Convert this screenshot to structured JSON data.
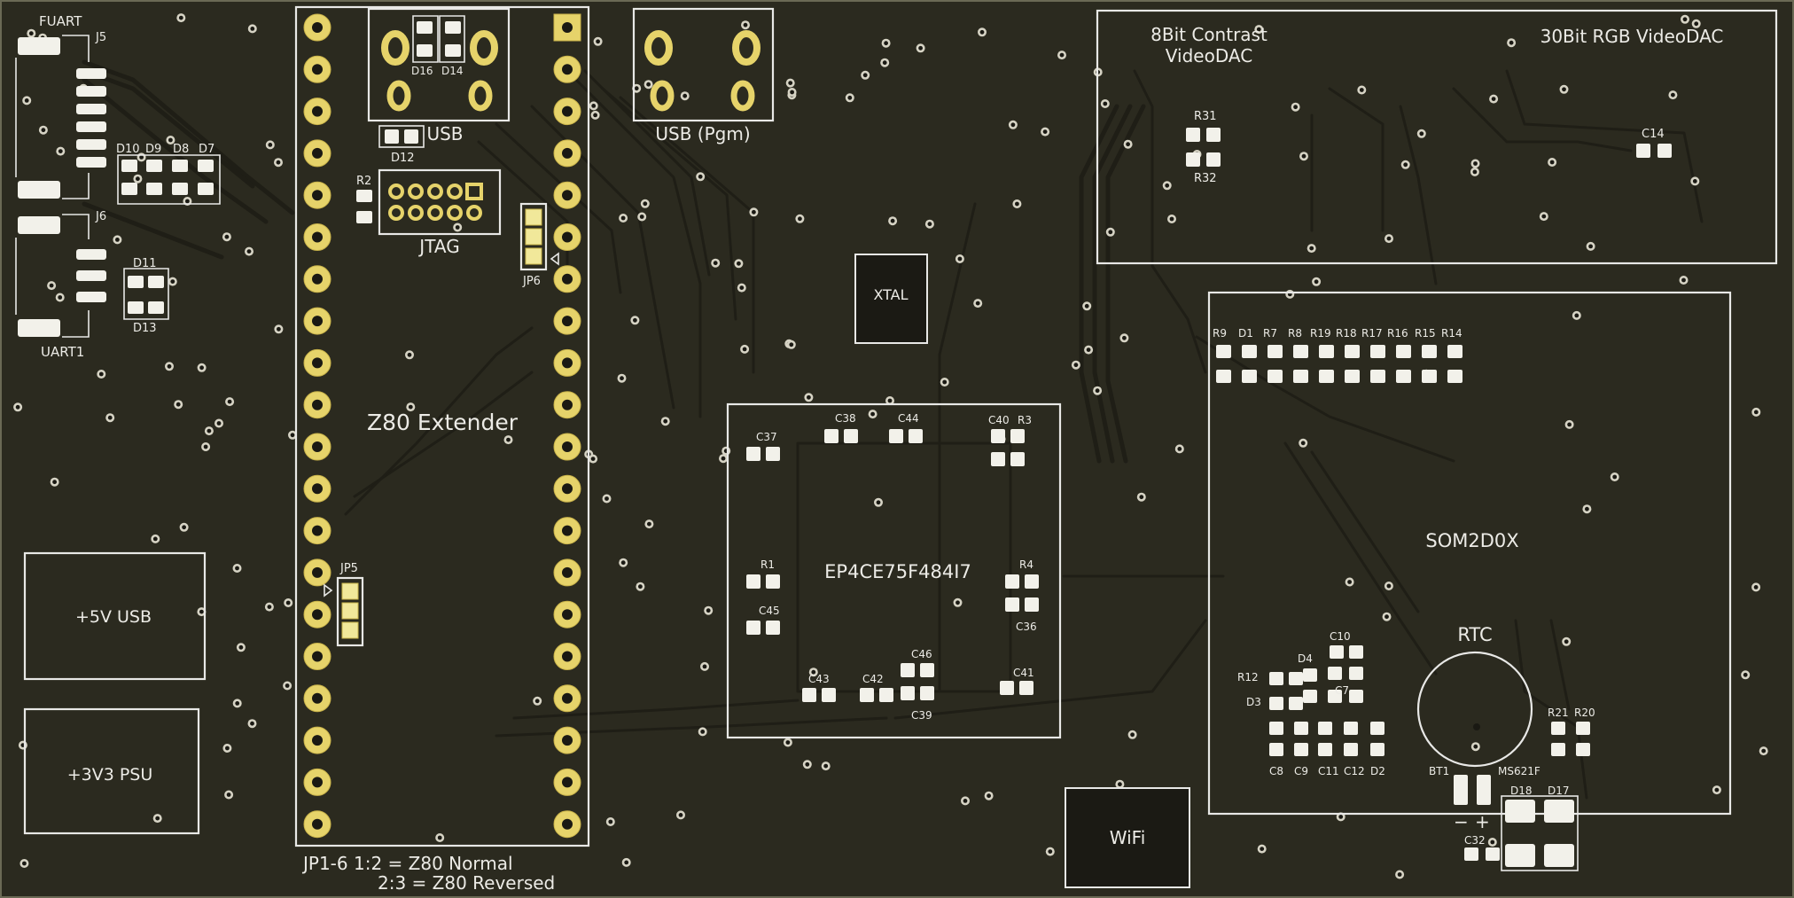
{
  "board": {
    "width_mm_note": "",
    "colors": {
      "board": "#2b2a1f",
      "trace": "#1f1e16",
      "silk": "#e8e8e6",
      "pad": "#f2f1ea",
      "th_pad": "#e6d36a",
      "jumper_pad": "#f1e89a"
    }
  },
  "labels": {
    "fuart": "FUART",
    "j5": "J5",
    "j6": "J6",
    "uart1": "UART1",
    "d10": "D10",
    "d9": "D9",
    "d8": "D8",
    "d7": "D7",
    "d11": "D11",
    "d13": "D13",
    "usb5v": "+5V USB",
    "psu3v3": "+3V3 PSU",
    "d16": "D16",
    "d14": "D14",
    "usb": "USB",
    "d12": "D12",
    "r2": "R2",
    "jtag": "JTAG",
    "jp6": "JP6",
    "jp5": "JP5",
    "z80_extender": "Z80 Extender",
    "jp_note_1": "JP1-6 1:2 = Z80 Normal",
    "jp_note_2": "2:3 = Z80 Reversed",
    "usb_pgm": "USB (Pgm)",
    "xtal": "XTAL",
    "fpga": "EP4CE75F484I7",
    "c37": "C37",
    "c38": "C38",
    "c44": "C44",
    "c40": "C40",
    "r3": "R3",
    "r1": "R1",
    "c45": "C45",
    "r4": "R4",
    "c36": "C36",
    "c46": "C46",
    "c43": "C43",
    "c42": "C42",
    "c39": "C39",
    "c41": "C41",
    "wifi": "WiFi",
    "dac8_1": "8Bit Contrast",
    "dac8_2": "VideoDAC",
    "dac30": "30Bit RGB VideoDAC",
    "r31": "R31",
    "r32": "R32",
    "c14": "C14",
    "som": "SOM2D0X",
    "r9": "R9",
    "d1": "D1",
    "r7": "R7",
    "r8": "R8",
    "r19": "R19",
    "r18": "R18",
    "r17": "R17",
    "r16": "R16",
    "r15": "R15",
    "r14": "R14",
    "rtc": "RTC",
    "c10": "C10",
    "d4": "D4",
    "r12": "R12",
    "d3": "D3",
    "c7": "C7",
    "c8": "C8",
    "c9": "C9",
    "c11": "C11",
    "c12": "C12",
    "d2": "D2",
    "bt1": "BT1",
    "ms621f": "MS621F",
    "minus": "−",
    "plus": "+",
    "d18": "D18",
    "d17": "D17",
    "c32": "C32",
    "r21": "R21",
    "r20": "R20"
  }
}
